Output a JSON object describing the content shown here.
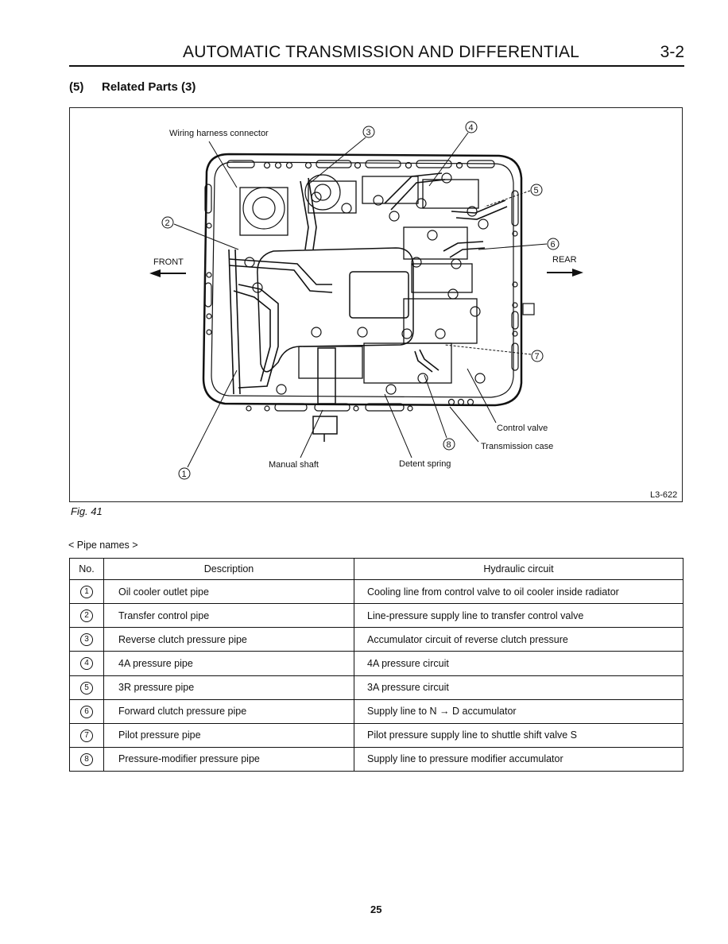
{
  "header": {
    "title": "AUTOMATIC TRANSMISSION AND DIFFERENTIAL",
    "section": "3-2"
  },
  "heading": {
    "number": "(5)",
    "title": "Related Parts (3)"
  },
  "figure": {
    "labels": {
      "wiring": "Wiring harness connector",
      "front": "FRONT",
      "rear": "REAR",
      "control_valve": "Control valve",
      "transmission_case": "Transmission case",
      "manual_shaft": "Manual shaft",
      "detent_spring": "Detent spring"
    },
    "callouts": [
      "1",
      "2",
      "3",
      "4",
      "5",
      "6",
      "7",
      "8"
    ],
    "code": "L3-622",
    "caption": "Fig. 41"
  },
  "pipe_names_title": "< Pipe names >",
  "table": {
    "headers": [
      "No.",
      "Description",
      "Hydraulic circuit"
    ],
    "rows": [
      {
        "no": "1",
        "description": "Oil cooler outlet pipe",
        "circuit": "Cooling line from control valve to oil cooler inside radiator"
      },
      {
        "no": "2",
        "description": "Transfer control pipe",
        "circuit": "Line-pressure supply line to transfer control valve"
      },
      {
        "no": "3",
        "description": "Reverse clutch pressure pipe",
        "circuit": "Accumulator circuit of reverse clutch pressure"
      },
      {
        "no": "4",
        "description": "4A pressure pipe",
        "circuit": "4A pressure circuit"
      },
      {
        "no": "5",
        "description": "3R pressure pipe",
        "circuit": "3A pressure circuit"
      },
      {
        "no": "6",
        "description": "Forward clutch pressure pipe",
        "circuit": "Supply line to N → D accumulator"
      },
      {
        "no": "7",
        "description": "Pilot pressure pipe",
        "circuit": "Pilot pressure supply line to shuttle shift valve S"
      },
      {
        "no": "8",
        "description": "Pressure-modifier pressure pipe",
        "circuit": "Supply line to pressure modifier accumulator"
      }
    ]
  },
  "page_number": "25"
}
